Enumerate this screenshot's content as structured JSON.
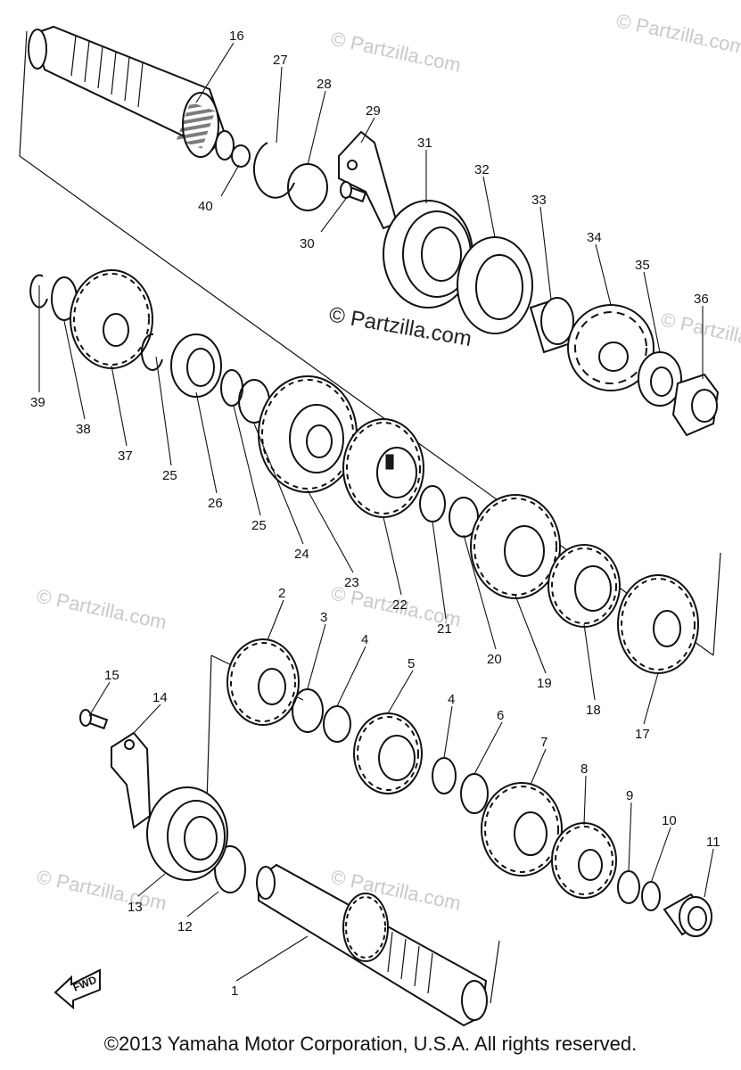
{
  "watermarks": {
    "tile": "© Partzilla.com",
    "center": "© Partzilla.com"
  },
  "fwd_label": "FWD",
  "copyright": "©2013  Yamaha Motor Corporation, U.S.A. All rights reserved.",
  "callouts": {
    "c1": "1",
    "c2": "2",
    "c3": "3",
    "c4a": "4",
    "c4b": "4",
    "c5": "5",
    "c6": "6",
    "c7": "7",
    "c8": "8",
    "c9": "9",
    "c10": "10",
    "c11": "11",
    "c12": "12",
    "c13": "13",
    "c14": "14",
    "c15": "15",
    "c16": "16",
    "c17": "17",
    "c18": "18",
    "c19": "19",
    "c20": "20",
    "c21": "21",
    "c22": "22",
    "c23": "23",
    "c24": "24",
    "c25a": "25",
    "c25b": "25",
    "c26": "26",
    "c27": "27",
    "c28": "28",
    "c29": "29",
    "c30": "30",
    "c31": "31",
    "c32": "32",
    "c33": "33",
    "c34": "34",
    "c35": "35",
    "c36": "36",
    "c37": "37",
    "c38": "38",
    "c39": "39",
    "c40": "40"
  }
}
